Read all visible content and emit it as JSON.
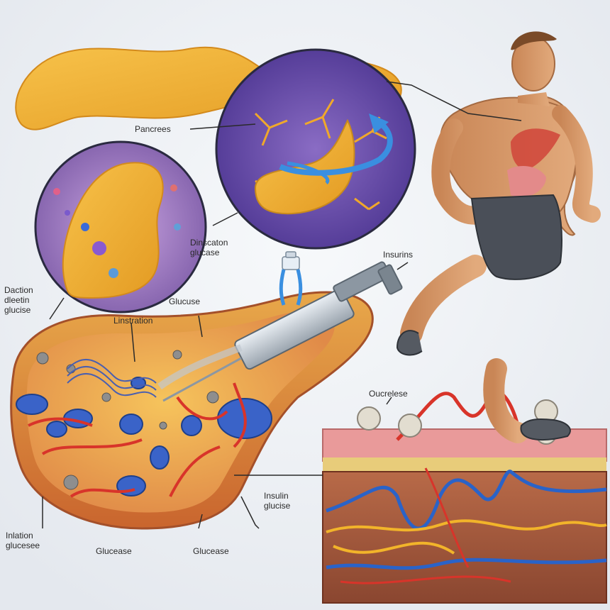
{
  "labels": {
    "pancreas": "Pancrees",
    "dinscation": "Dinscaton\nglucase",
    "insurins": "Insurins",
    "daction": "Daction\ndleetin\nglucise",
    "glucuse": "Glucuse",
    "linstration": "Linstration",
    "oucrelese": "Oucrelese",
    "insulin_glucise": "Insulin\nglucise",
    "inlation": "Inlation\nglucesee",
    "glucease_1": "Glucease",
    "glucease_2": "Glucease"
  },
  "colors": {
    "background": "#eef1f4",
    "pancreas": "#f2b23a",
    "circle_purple": "#6a4ea8",
    "liver_outer": "#c9652e",
    "liver_inner": "#f0b24a",
    "vessel_red": "#d8342a",
    "vessel_blue": "#2a63c8",
    "vessel_yellow": "#f2b42a",
    "skin": "#d69a6a",
    "shorts": "#4a4f58",
    "tissue_pink": "#e99a9a",
    "tissue_brown": "#a85a3a"
  }
}
